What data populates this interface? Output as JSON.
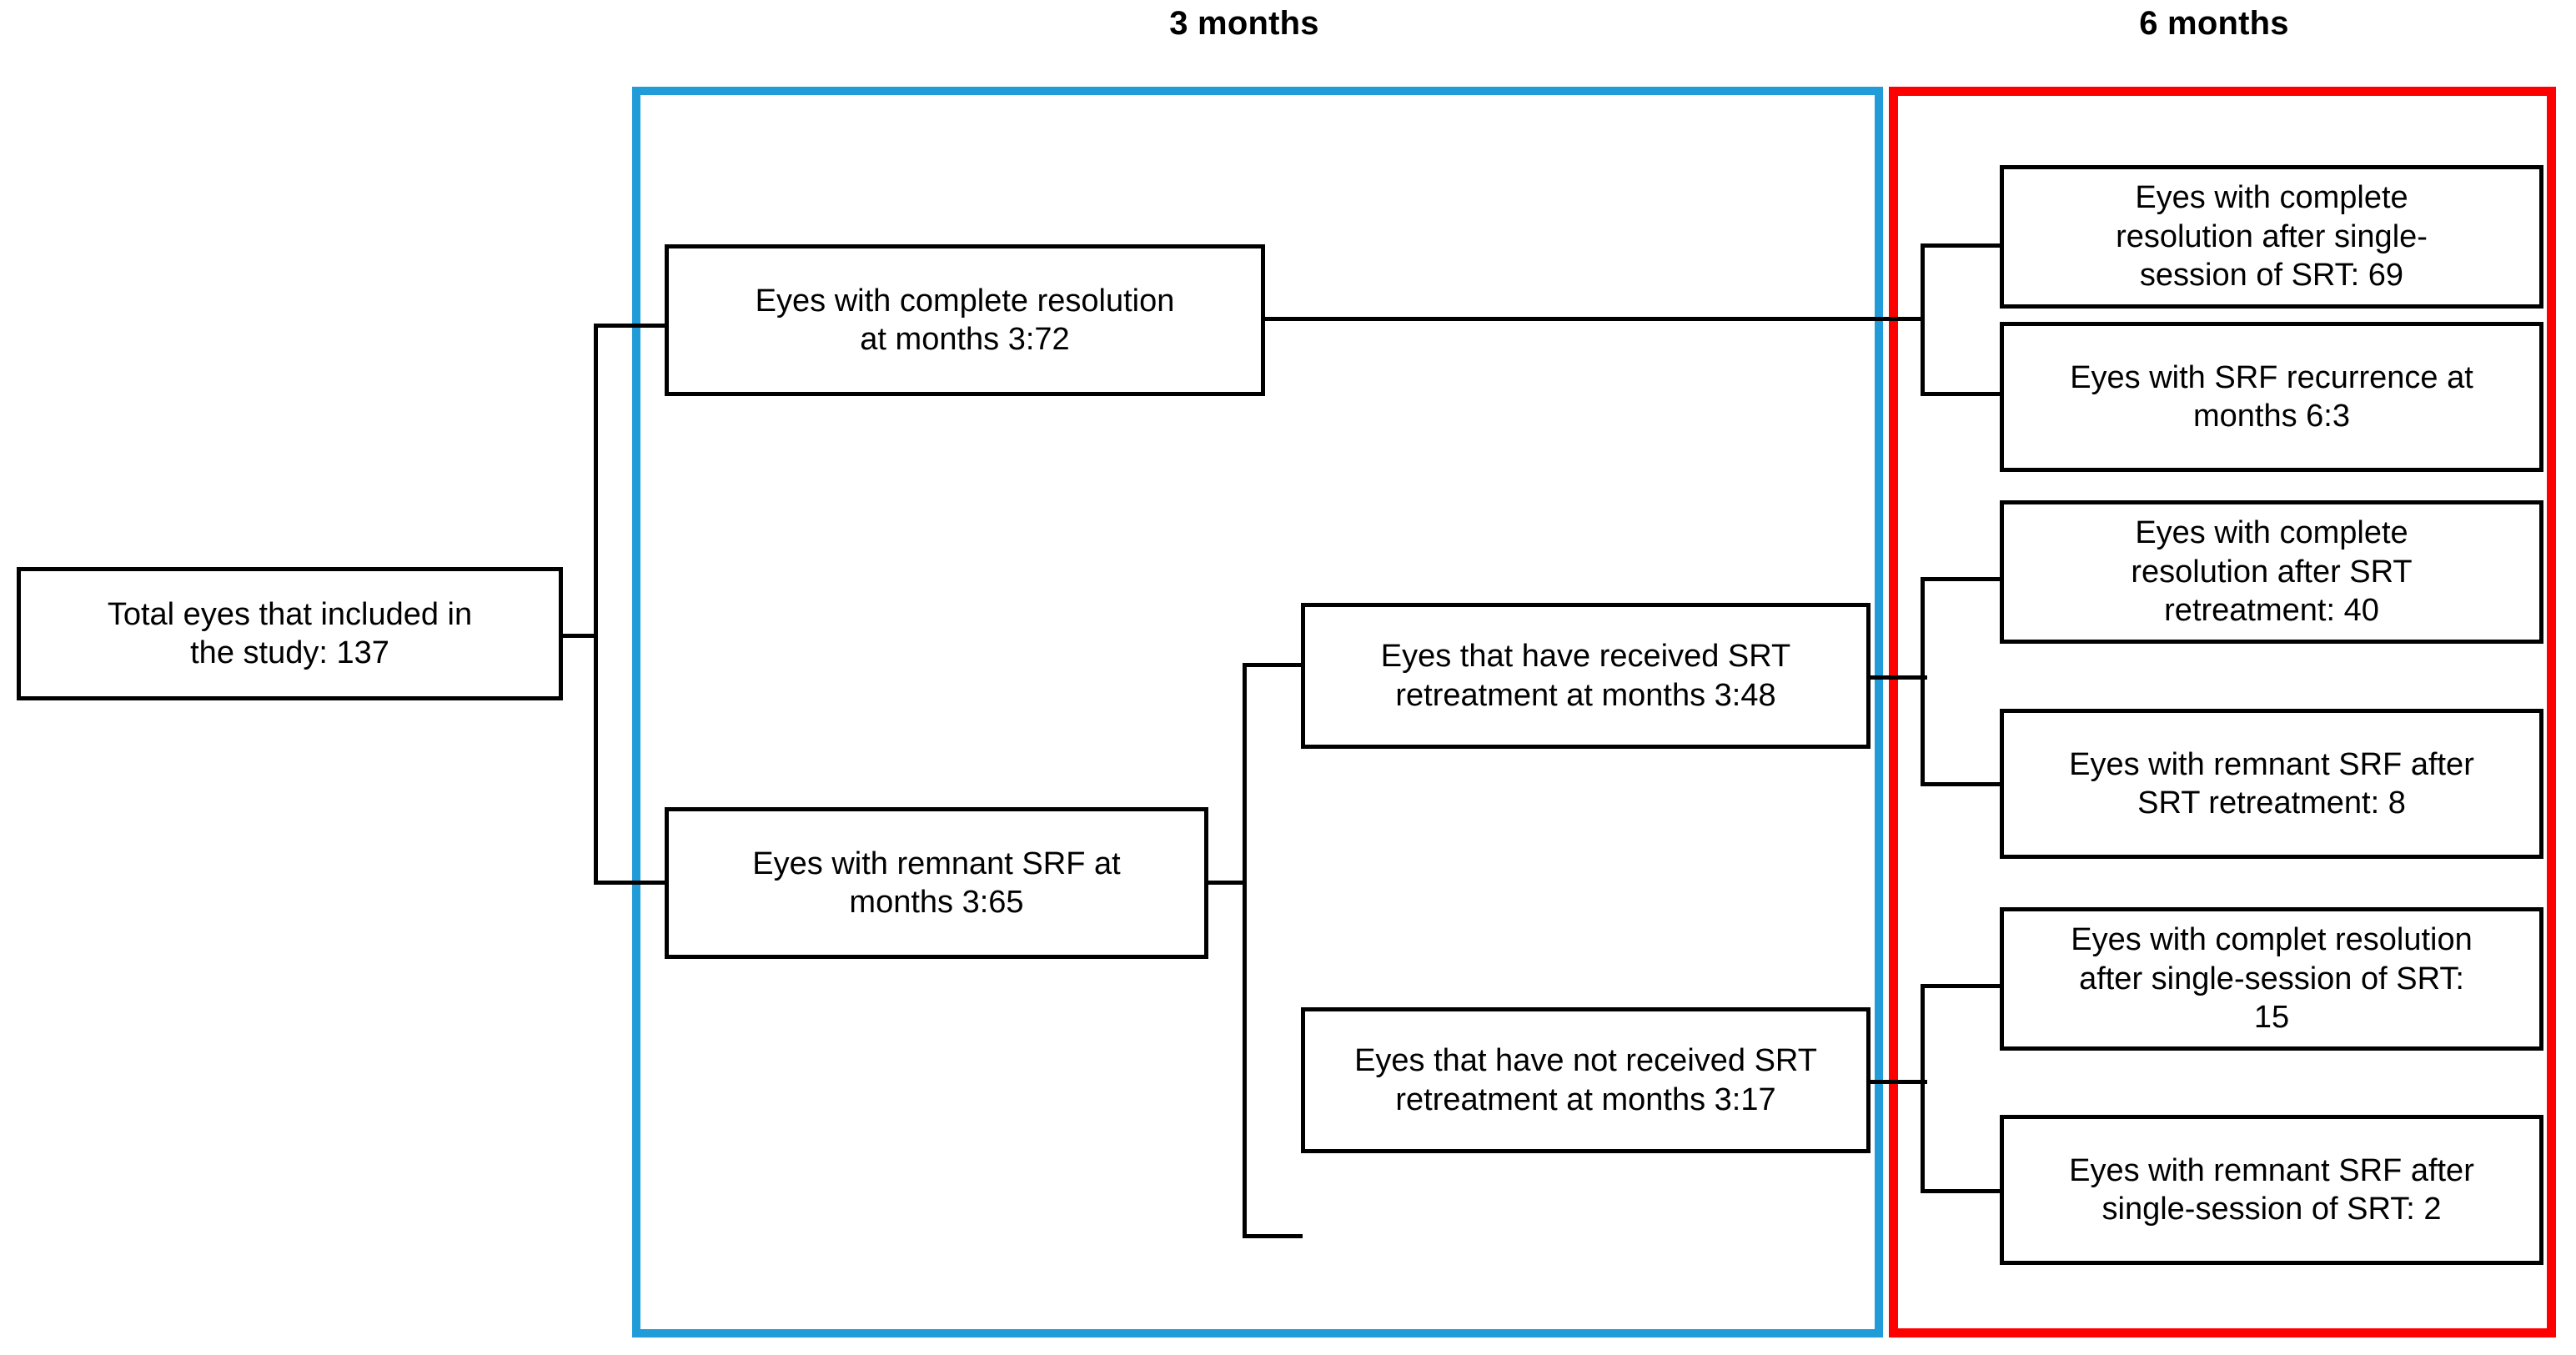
{
  "diagram": {
    "title_semantic": "srt-treatment-flowchart",
    "phases": [
      {
        "id": "three-months",
        "label": "3 months",
        "frame_color": "#229CD9"
      },
      {
        "id": "six-months",
        "label": "6 months",
        "frame_color": "#FF0000"
      }
    ],
    "nodes": {
      "root": {
        "label": "Total eyes that included in the study: 137",
        "line1": "Total eyes that included in",
        "line2": "the study: 137",
        "count": 137
      },
      "m3_complete": {
        "label": "Eyes with complete resolution at months 3:72",
        "line1": "Eyes with complete resolution",
        "line2": "at months 3:72",
        "count": 72
      },
      "m3_remnant": {
        "label": "Eyes with remnant SRF at months 3:65",
        "line1": "Eyes with remnant SRF at",
        "line2": "months 3:65",
        "count": 65
      },
      "m3_retreated": {
        "label": "Eyes that have received SRT retreatment at months 3:48",
        "line1": "Eyes that have received SRT",
        "line2": "retreatment at months 3:48",
        "count": 48
      },
      "m3_not_retreated": {
        "label": "Eyes that have not received SRT retreatment at months 3:17",
        "line1": "Eyes that have not received SRT",
        "line2": "retreatment at months 3:17",
        "count": 17
      },
      "m6_complete_single": {
        "label": "Eyes with complete resolution after single-session of SRT: 69",
        "line1": "Eyes with complete",
        "line2": "resolution after single-",
        "line3": "session of SRT: 69",
        "count": 69
      },
      "m6_recurrence": {
        "label": "Eyes with SRF recurrence at months 6:3",
        "line1": "Eyes with SRF recurrence at",
        "line2": "months 6:3",
        "count": 3
      },
      "m6_complete_retreat": {
        "label": "Eyes with complete resolution after SRT retreatment: 40",
        "line1": "Eyes with complete",
        "line2": "resolution after SRT",
        "line3": "retreatment: 40",
        "count": 40
      },
      "m6_remnant_retreat": {
        "label": "Eyes with remnant SRF after SRT retreatment: 8",
        "line1": "Eyes with remnant SRF after",
        "line2": "SRT retreatment: 8",
        "count": 8
      },
      "m6_complete_single2": {
        "label": "Eyes with complet resolution after single-session of SRT: 15",
        "line1": "Eyes with complet resolution",
        "line2": "after single-session of SRT:",
        "line3": "15",
        "count": 15
      },
      "m6_remnant_single": {
        "label": "Eyes with remnant SRF after single-session of SRT: 2",
        "line1": "Eyes with remnant SRF after",
        "line2": "single-session of SRT: 2",
        "count": 2
      }
    }
  }
}
